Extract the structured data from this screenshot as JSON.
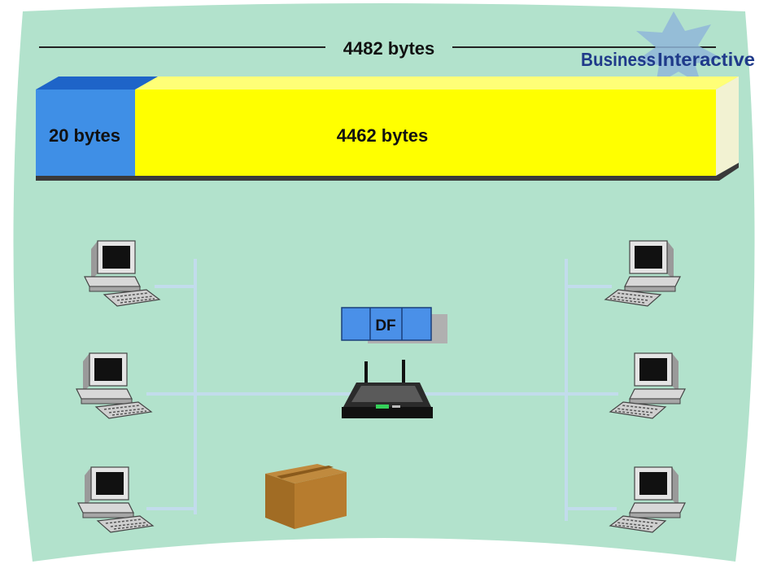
{
  "header": {
    "total_label": "4482 bytes"
  },
  "logo": {
    "word1": "Business",
    "word2": "Interactive"
  },
  "packet_bar": {
    "header_segment_label": "20 bytes",
    "payload_segment_label": "4462 bytes",
    "header_bytes": 20,
    "payload_bytes": 4462,
    "header_color": "#3f8fe6",
    "payload_color": "#ffff00"
  },
  "flag_box": {
    "label": "DF",
    "color": "#4a90e8"
  },
  "colors": {
    "background": "#b2e2cc",
    "network_lines": "#c2dcec"
  },
  "icons": {
    "hosts": [
      "computer-icon",
      "computer-icon",
      "computer-icon",
      "computer-icon",
      "computer-icon",
      "computer-icon"
    ],
    "router": "wireless-router-icon",
    "package": "cardboard-box-icon"
  }
}
